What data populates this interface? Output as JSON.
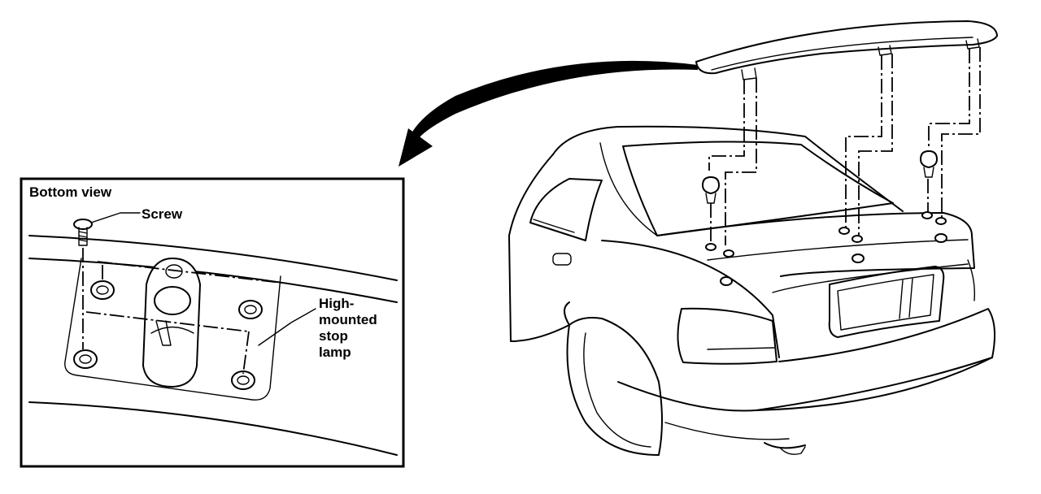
{
  "inset": {
    "title": "Bottom view",
    "labels": {
      "screw": "Screw",
      "lamp_line1": "High-",
      "lamp_line2": "mounted",
      "lamp_line3": "stop",
      "lamp_line4": "lamp"
    }
  }
}
